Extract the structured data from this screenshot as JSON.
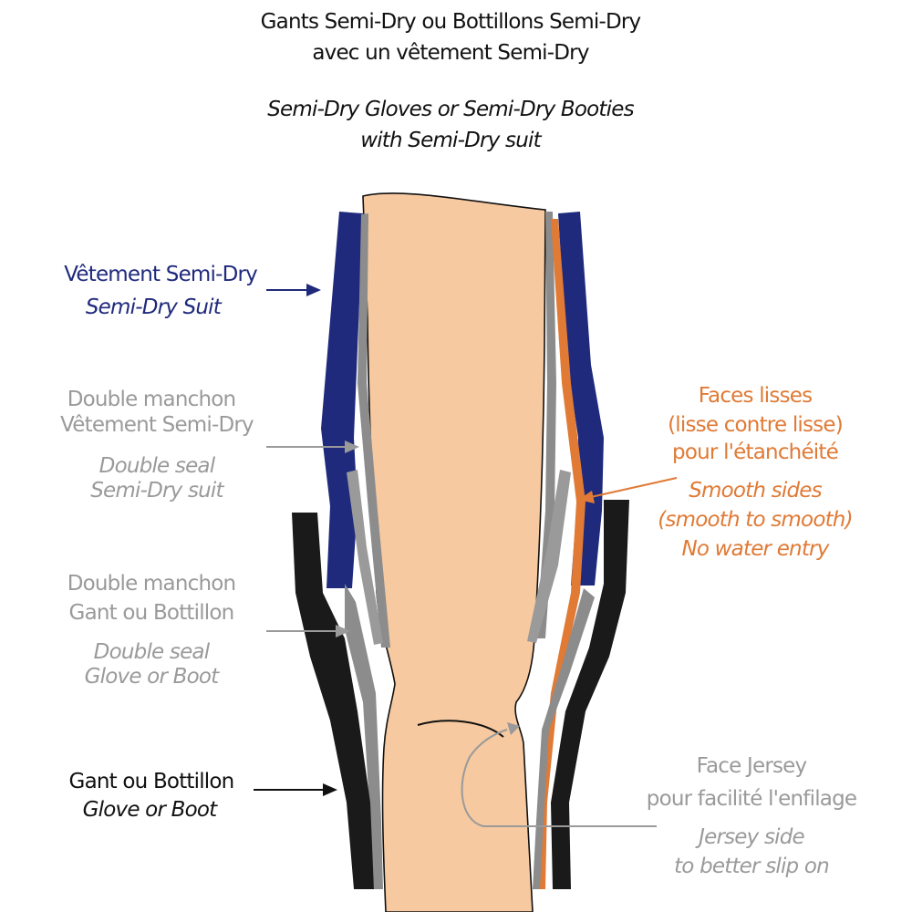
{
  "title": {
    "fr_line1": "Gants Semi-Dry ou Bottillons Semi-Dry",
    "fr_line2": "avec un vêtement Semi-Dry",
    "en_line1": "Semi-Dry Gloves or Semi-Dry Booties",
    "en_line2": "with Semi-Dry suit"
  },
  "labels": {
    "suit": {
      "fr": "Vêtement Semi-Dry",
      "en": "Semi-Dry Suit"
    },
    "suit_seal": {
      "fr_line1": "Double manchon",
      "fr_line2": "Vêtement Semi-Dry",
      "en_line1": "Double seal",
      "en_line2": "Semi-Dry suit"
    },
    "glove_seal": {
      "fr_line1": "Double manchon",
      "fr_line2": "Gant ou Bottillon",
      "en_line1": "Double seal",
      "en_line2": "Glove or Boot"
    },
    "glove": {
      "fr": "Gant ou Bottillon",
      "en": "Glove or Boot"
    },
    "smooth": {
      "fr_line1": "Faces lisses",
      "fr_line2": "(lisse contre lisse)",
      "fr_line3": "pour l'étanchéité",
      "en_line1": "Smooth sides",
      "en_line2": "(smooth to smooth)",
      "en_line3": "No water entry"
    },
    "jersey": {
      "fr_line1": "Face Jersey",
      "fr_line2": "pour facilité l'enfilage",
      "en_line1": "Jersey side",
      "en_line2": "to better slip on"
    }
  },
  "colors": {
    "suit": "#1f2a7c",
    "seal": "#8c8c8c",
    "glove": "#1a1a1a",
    "smooth": "#e07a35",
    "skin": "#f6c9a0"
  }
}
